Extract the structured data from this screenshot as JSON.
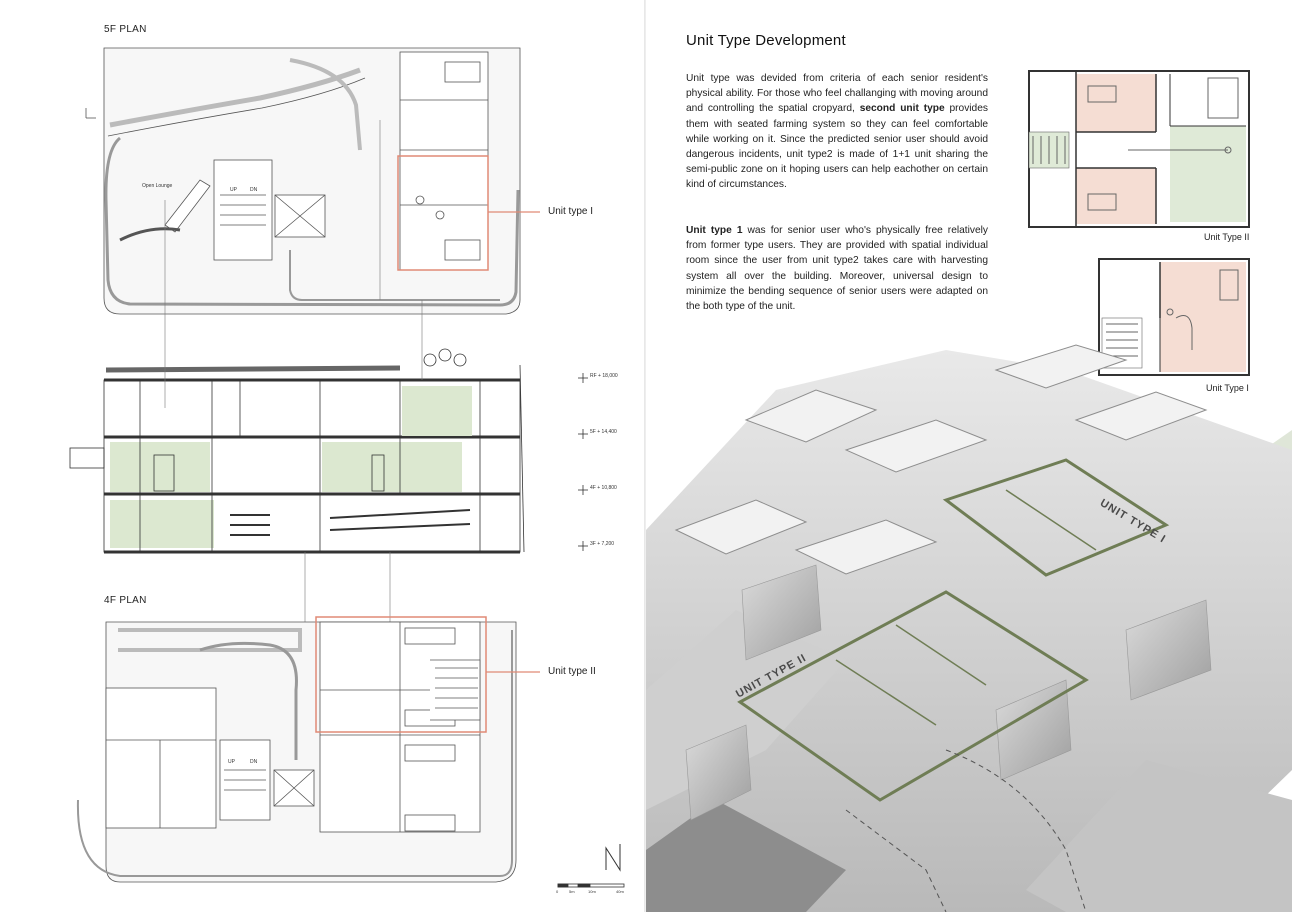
{
  "left": {
    "plan_5f_title": "5F PLAN",
    "plan_4f_title": "4F PLAN",
    "callout_5f": "Unit type I",
    "callout_4f": "Unit type II",
    "open_lounge": "Open Lounge",
    "stair_up": "UP",
    "stair_dn": "DN",
    "levels": [
      "RF + 18,000",
      "5F + 14,400",
      "4F + 10,800",
      "3F + 7,200"
    ],
    "scale": [
      "0",
      "5m",
      "10m",
      "40m"
    ]
  },
  "right": {
    "heading": "Unit Type Development",
    "p1_a": " Unit type was devided from criteria of each senior resident's physical ability. For those who feel challanging with moving around and controlling the spatial cropyard, ",
    "p1_bold": "second unit type",
    "p1_b": " provides them with seated farming system so they can feel comfortable while working on it. Since the predicted senior user should avoid dangerous incidents, unit type2 is made of 1+1 unit sharing the semi-public zone on it hoping users can help eachother on certain kind of circumstances.",
    "p2_bold": " Unit type 1",
    "p2_a": " was for senior user who's physically free relatively from former type users. They are provided with spatial individual room since the user from unit type2 takes care with harvesting system all over the building. Moreover, universal design to minimize the bending sequence of senior users were adapted on the both type of the unit.",
    "caption_type2": "Unit Type II",
    "caption_type1": "Unit Type I",
    "model_label_1": "UNIT TYPE I",
    "model_label_2": "UNIT TYPE II"
  },
  "colors": {
    "highlight_red": "#e08a76",
    "pink_room": "#f5ddd3",
    "green_room": "#dfead7",
    "outline_green": "#6f7d55",
    "section_green": "#dce8d0"
  }
}
